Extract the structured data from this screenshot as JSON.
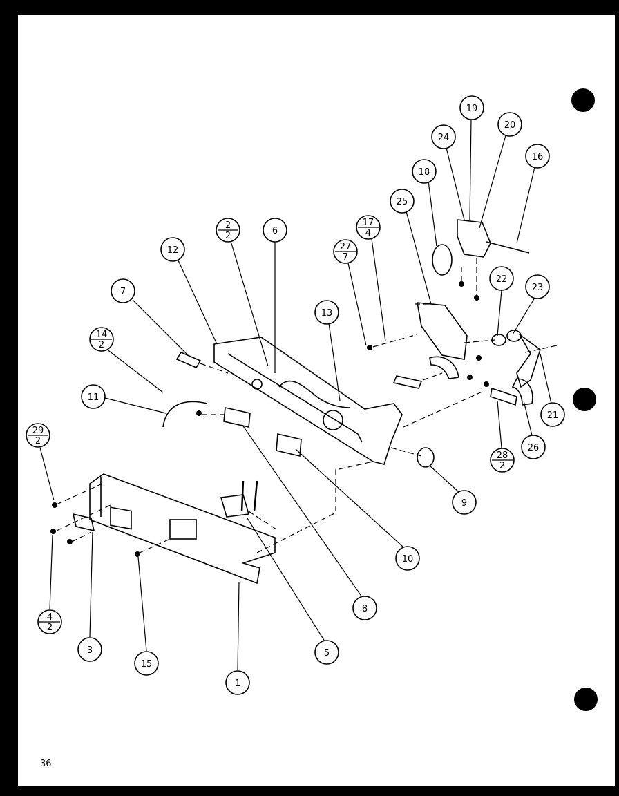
{
  "page_number": "36",
  "callouts": [
    {
      "id": "c19",
      "label": "19"
    },
    {
      "id": "c20",
      "label": "20"
    },
    {
      "id": "c24",
      "label": "24"
    },
    {
      "id": "c16",
      "label": "16"
    },
    {
      "id": "c18",
      "label": "18"
    },
    {
      "id": "c25",
      "label": "25"
    },
    {
      "id": "c17_4",
      "top": "17",
      "bottom": "4"
    },
    {
      "id": "c27_7",
      "top": "27",
      "bottom": "7"
    },
    {
      "id": "c2_2",
      "top": "2",
      "bottom": "2"
    },
    {
      "id": "c6",
      "label": "6"
    },
    {
      "id": "c12",
      "label": "12"
    },
    {
      "id": "c7",
      "label": "7"
    },
    {
      "id": "c13",
      "label": "13"
    },
    {
      "id": "c22",
      "label": "22"
    },
    {
      "id": "c23",
      "label": "23"
    },
    {
      "id": "c14_2",
      "top": "14",
      "bottom": "2"
    },
    {
      "id": "c11",
      "label": "11"
    },
    {
      "id": "c21",
      "label": "21"
    },
    {
      "id": "c26",
      "label": "26"
    },
    {
      "id": "c28_2",
      "top": "28",
      "bottom": "2"
    },
    {
      "id": "c29_2",
      "top": "29",
      "bottom": "2"
    },
    {
      "id": "c9",
      "label": "9"
    },
    {
      "id": "c10",
      "label": "10"
    },
    {
      "id": "c8",
      "label": "8"
    },
    {
      "id": "c4_2",
      "top": "4",
      "bottom": "2"
    },
    {
      "id": "c3",
      "label": "3"
    },
    {
      "id": "c15",
      "label": "15"
    },
    {
      "id": "c5",
      "label": "5"
    },
    {
      "id": "c1",
      "label": "1"
    }
  ]
}
